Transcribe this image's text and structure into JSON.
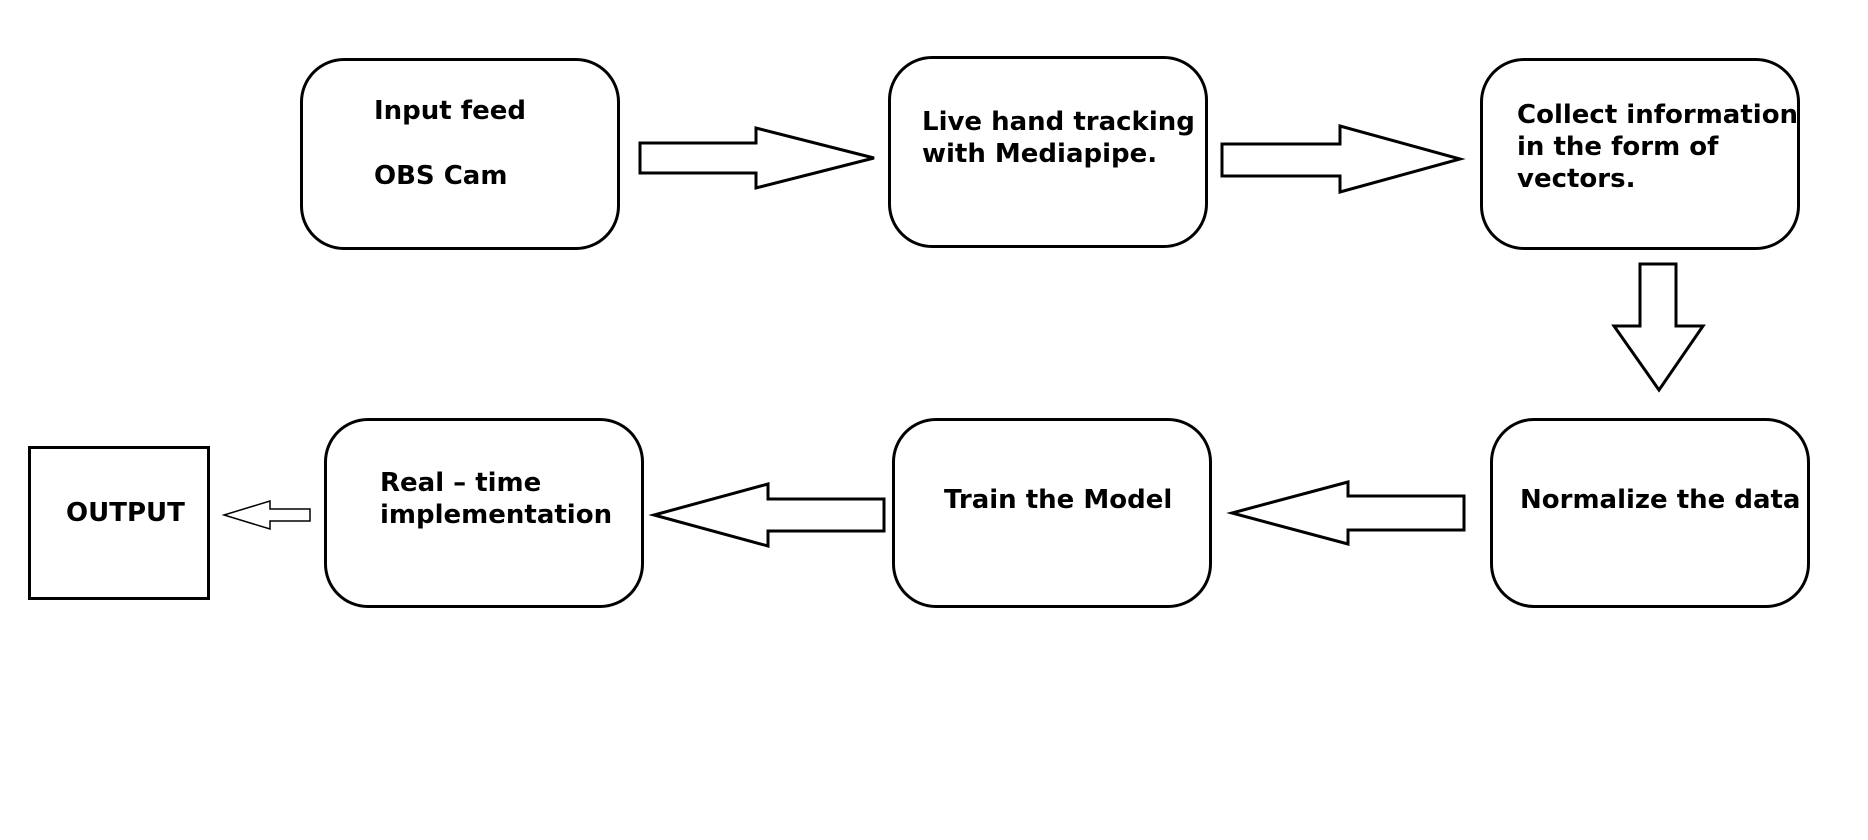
{
  "diagram": {
    "nodes": {
      "input_feed": {
        "lines": [
          "Input feed",
          "OBS Cam"
        ]
      },
      "hand_tracking": {
        "lines": [
          "Live hand tracking",
          "with Mediapipe."
        ]
      },
      "collect_vectors": {
        "lines": [
          "Collect information",
          "in the form of",
          "vectors."
        ]
      },
      "normalize": {
        "lines": [
          "Normalize the data"
        ]
      },
      "train": {
        "lines": [
          "Train the Model"
        ]
      },
      "realtime": {
        "lines": [
          "Real – time",
          "implementation"
        ]
      },
      "output": {
        "lines": [
          "OUTPUT"
        ]
      }
    },
    "edges": [
      {
        "from": "input_feed",
        "to": "hand_tracking"
      },
      {
        "from": "hand_tracking",
        "to": "collect_vectors"
      },
      {
        "from": "collect_vectors",
        "to": "normalize"
      },
      {
        "from": "normalize",
        "to": "train"
      },
      {
        "from": "train",
        "to": "realtime"
      },
      {
        "from": "realtime",
        "to": "output"
      }
    ]
  }
}
